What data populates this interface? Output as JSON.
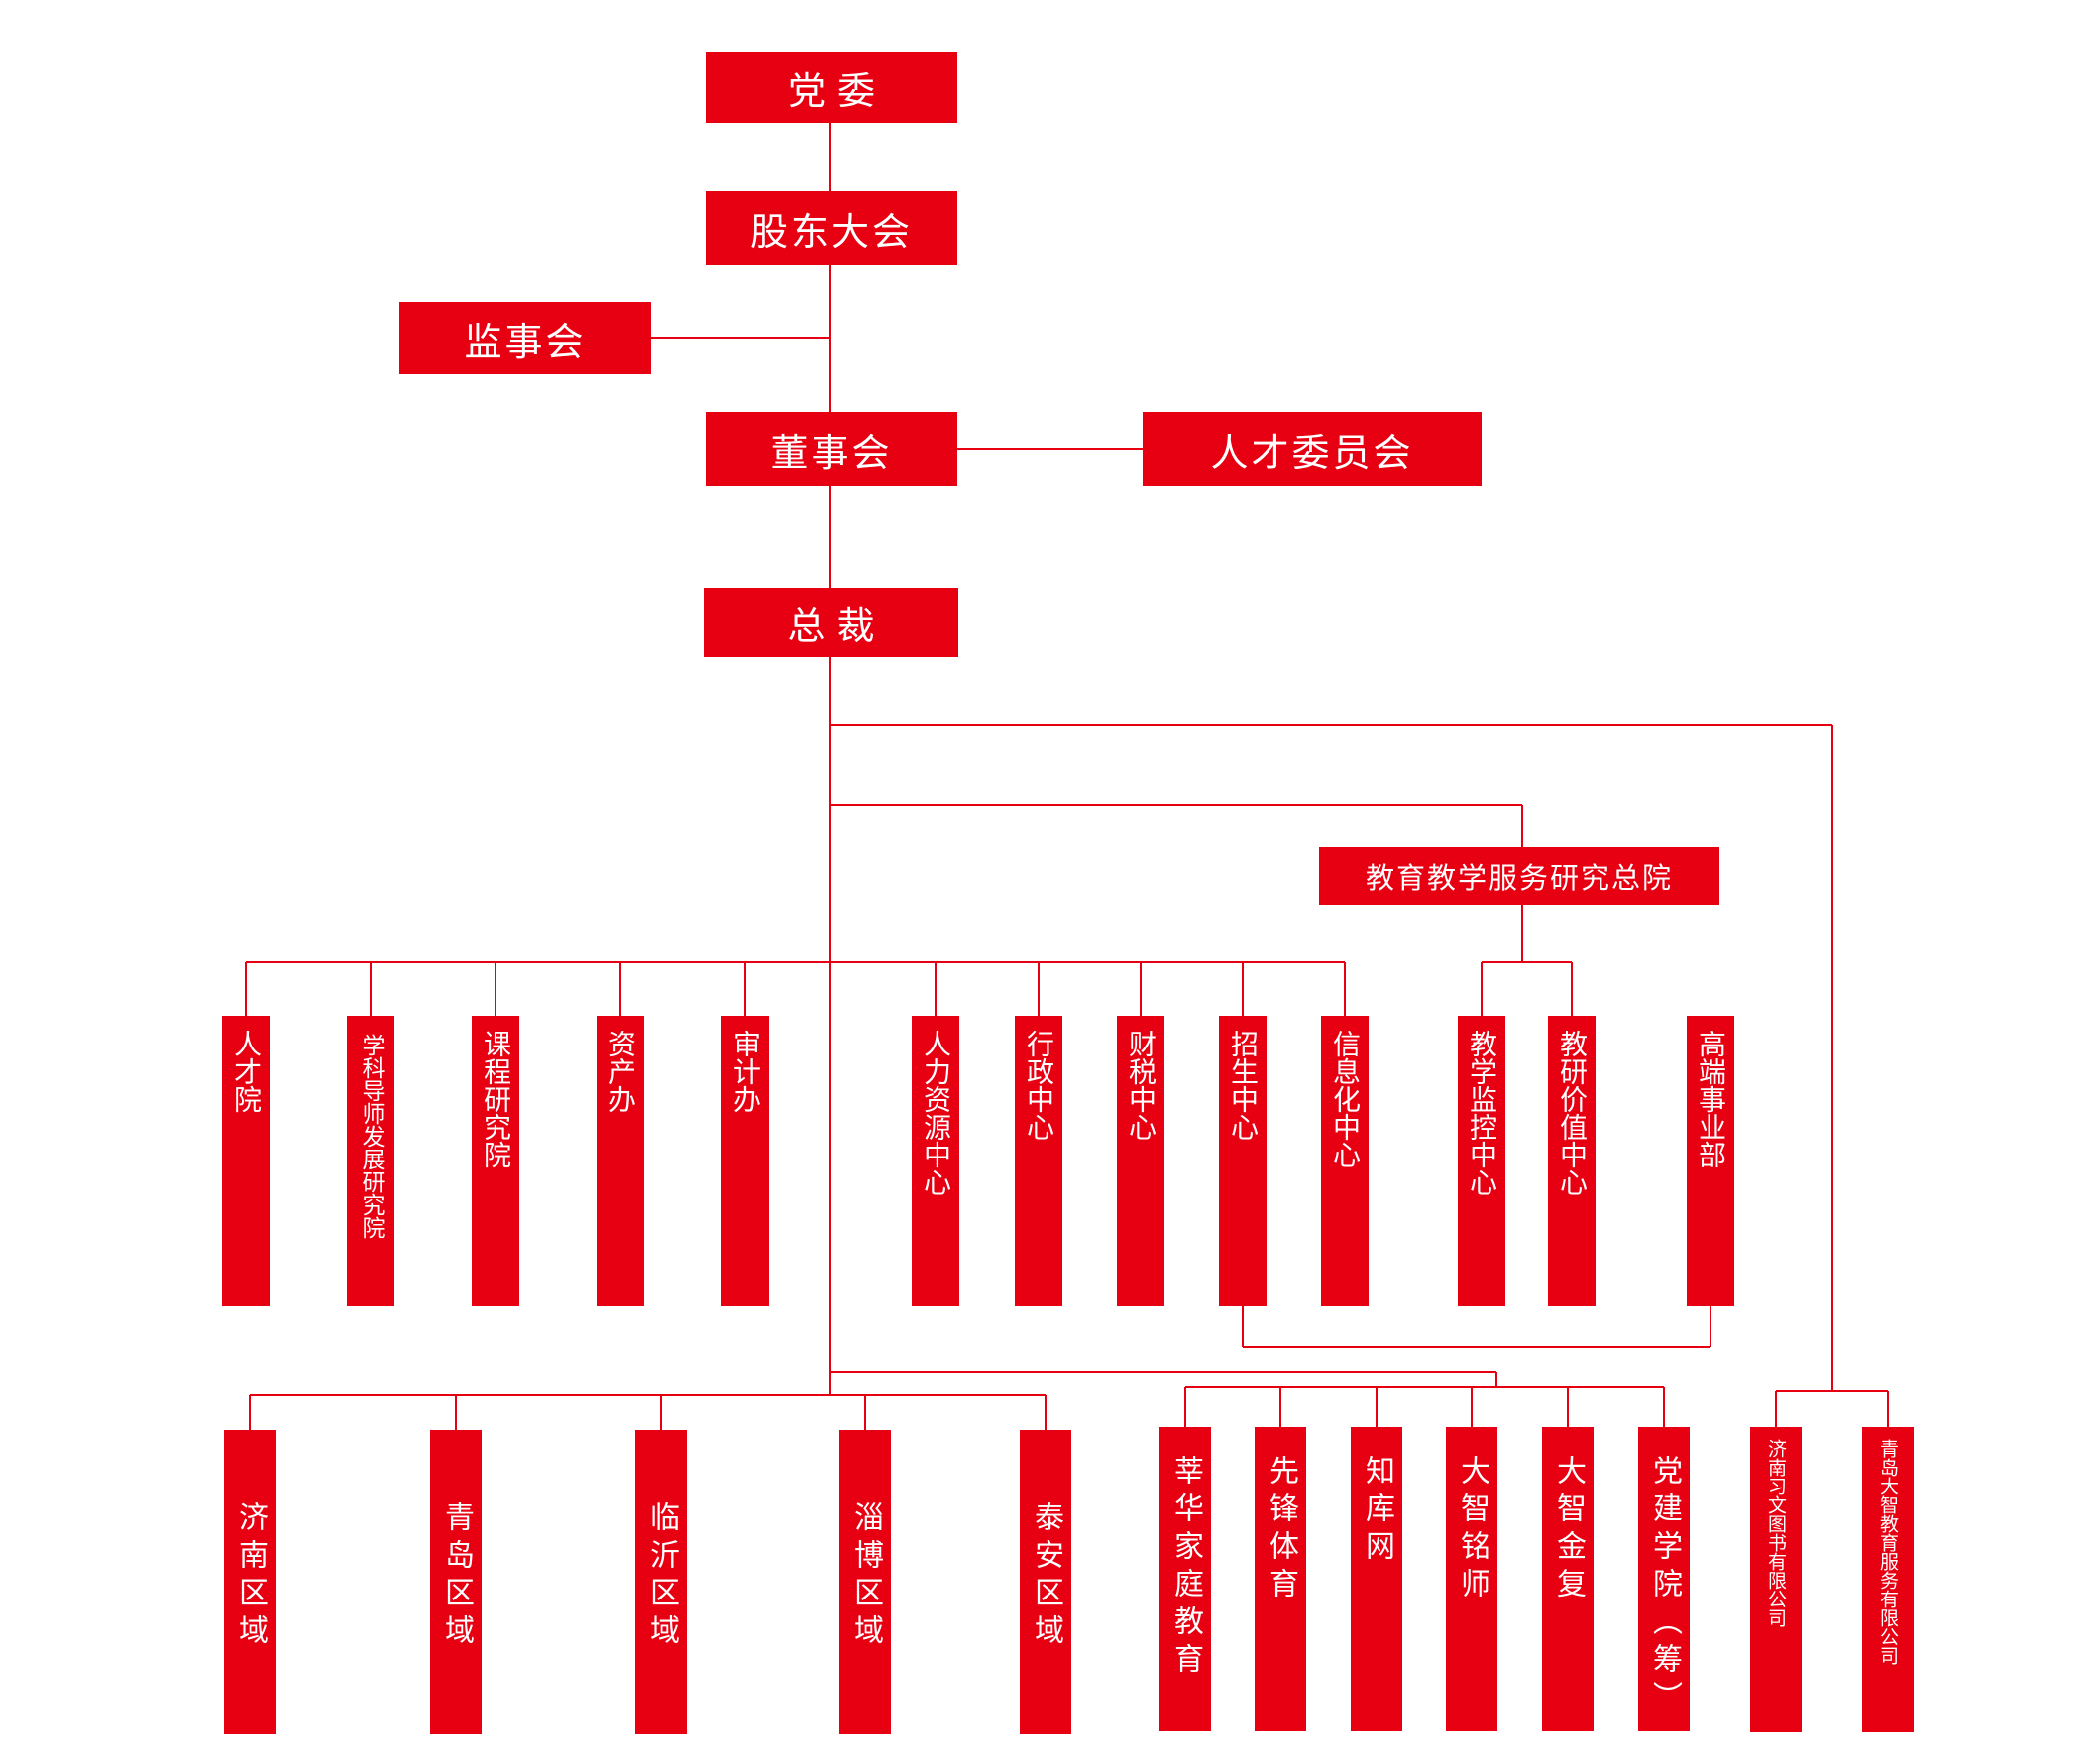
{
  "diagram": {
    "colors": {
      "node_fill": "#e60012",
      "node_text": "#ffffff",
      "connector": "#e60012",
      "background": "#ffffff"
    },
    "top": {
      "party_committee": "党 委",
      "shareholders_meeting": "股东大会",
      "supervisory_board": "监事会",
      "board_of_directors": "董事会",
      "talent_committee": "人才委员会",
      "president": "总 裁"
    },
    "research_institute": "教育教学服务研究总院",
    "departments": [
      "人才院",
      "学科导师发展研究院",
      "课程研究院",
      "资产办",
      "审计办",
      "人力资源中心",
      "行政中心",
      "财税中心",
      "招生中心",
      "信息化中心",
      "教学监控中心",
      "教研价值中心",
      "高端事业部"
    ],
    "regions": [
      "济南区域",
      "青岛区域",
      "临沂区域",
      "淄博区域",
      "泰安区域"
    ],
    "ventures": [
      "莘华家庭教育",
      "先锋体育",
      "知库网",
      "大智铭师",
      "大智金复",
      "党建学院（筹）"
    ],
    "companies": [
      "济南习文图书有限公司",
      "青岛大智教育服务有限公司"
    ]
  }
}
